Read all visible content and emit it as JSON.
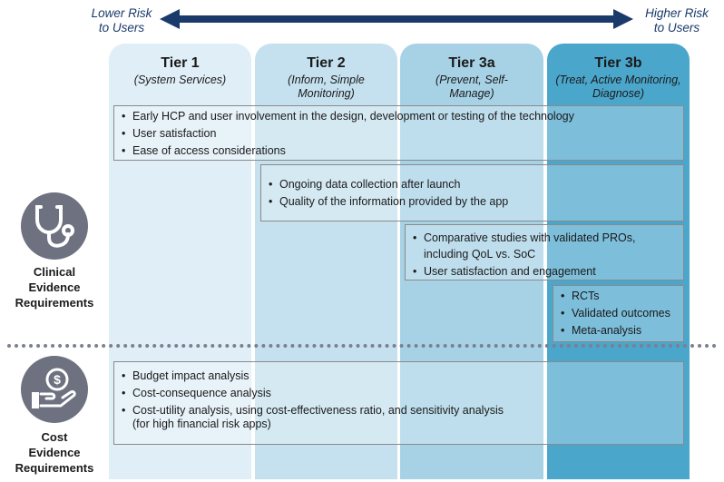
{
  "risk_scale": {
    "left_label": [
      "Lower Risk",
      "to Users"
    ],
    "right_label": [
      "Higher Risk",
      "to Users"
    ]
  },
  "tiers": [
    {
      "name": "Tier 1",
      "sub": [
        "(System Services)"
      ]
    },
    {
      "name": "Tier 2",
      "sub": [
        "(Inform, Simple",
        "Monitoring)"
      ]
    },
    {
      "name": "Tier 3a",
      "sub": [
        "(Prevent, Self-",
        "Manage)"
      ]
    },
    {
      "name": "Tier 3b",
      "sub": [
        "(Treat, Active Monitoring,",
        "Diagnose)"
      ]
    }
  ],
  "clinical": {
    "label": [
      "Clinical",
      "Evidence",
      "Requirements"
    ],
    "groups": [
      [
        "Early HCP and user involvement in the design, development or testing of the technology",
        "User satisfaction",
        "Ease of access considerations"
      ],
      [
        "Ongoing data collection after launch",
        "Quality of the information provided by the app"
      ],
      [
        "Comparative studies with validated PROs, including QoL vs. SoC",
        "User satisfaction and engagement"
      ],
      [
        "RCTs",
        "Validated outcomes",
        "Meta-analysis"
      ]
    ]
  },
  "cost": {
    "label": [
      "Cost",
      "Evidence",
      "Requirements"
    ],
    "items": [
      "Budget impact analysis",
      "Cost-consequence analysis",
      "Cost-utility analysis, using cost-effectiveness ratio, and sensitivity analysis (for high financial risk apps)"
    ]
  },
  "colors": {
    "tier1": "#e0eef7",
    "tier2": "#c5e1ef",
    "tier3a": "#a7d2e6",
    "tier3b": "#4ba6cc",
    "arrow": "#1a3a6b",
    "icon_bg": "#6e7280"
  },
  "icons": {
    "clinical": "stethoscope-icon",
    "cost": "dollar-hand-icon"
  }
}
